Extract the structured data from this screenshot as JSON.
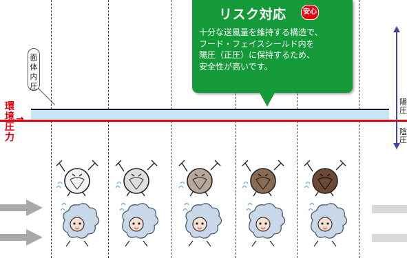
{
  "callout": {
    "title": "リスク対応",
    "badge": "安心",
    "lines": [
      "十分な送風量を維持する構造で、",
      "フード・フェイスシールド内を",
      "陽圧（正圧）に保持するため、",
      "安全性が高いです。"
    ]
  },
  "inner_pressure_label": [
    "面",
    "体",
    "内",
    "圧"
  ],
  "env_pressure_label": [
    "環",
    "境",
    "圧",
    "力"
  ],
  "env_arrow": "→",
  "positive_pressure_label": [
    "陽",
    "圧"
  ],
  "negative_pressure_label": [
    "陰",
    "圧"
  ],
  "colors": {
    "callout_green": "#159a3a",
    "env_red": "#e60012",
    "band_blue": "#c6e6f5",
    "pressure_arrow": "#3b4aa0"
  },
  "icons": {
    "germ": "germ-character-icon",
    "dust": "dust-cloud-character-icon",
    "flow": "airflow-arrow-icon"
  }
}
